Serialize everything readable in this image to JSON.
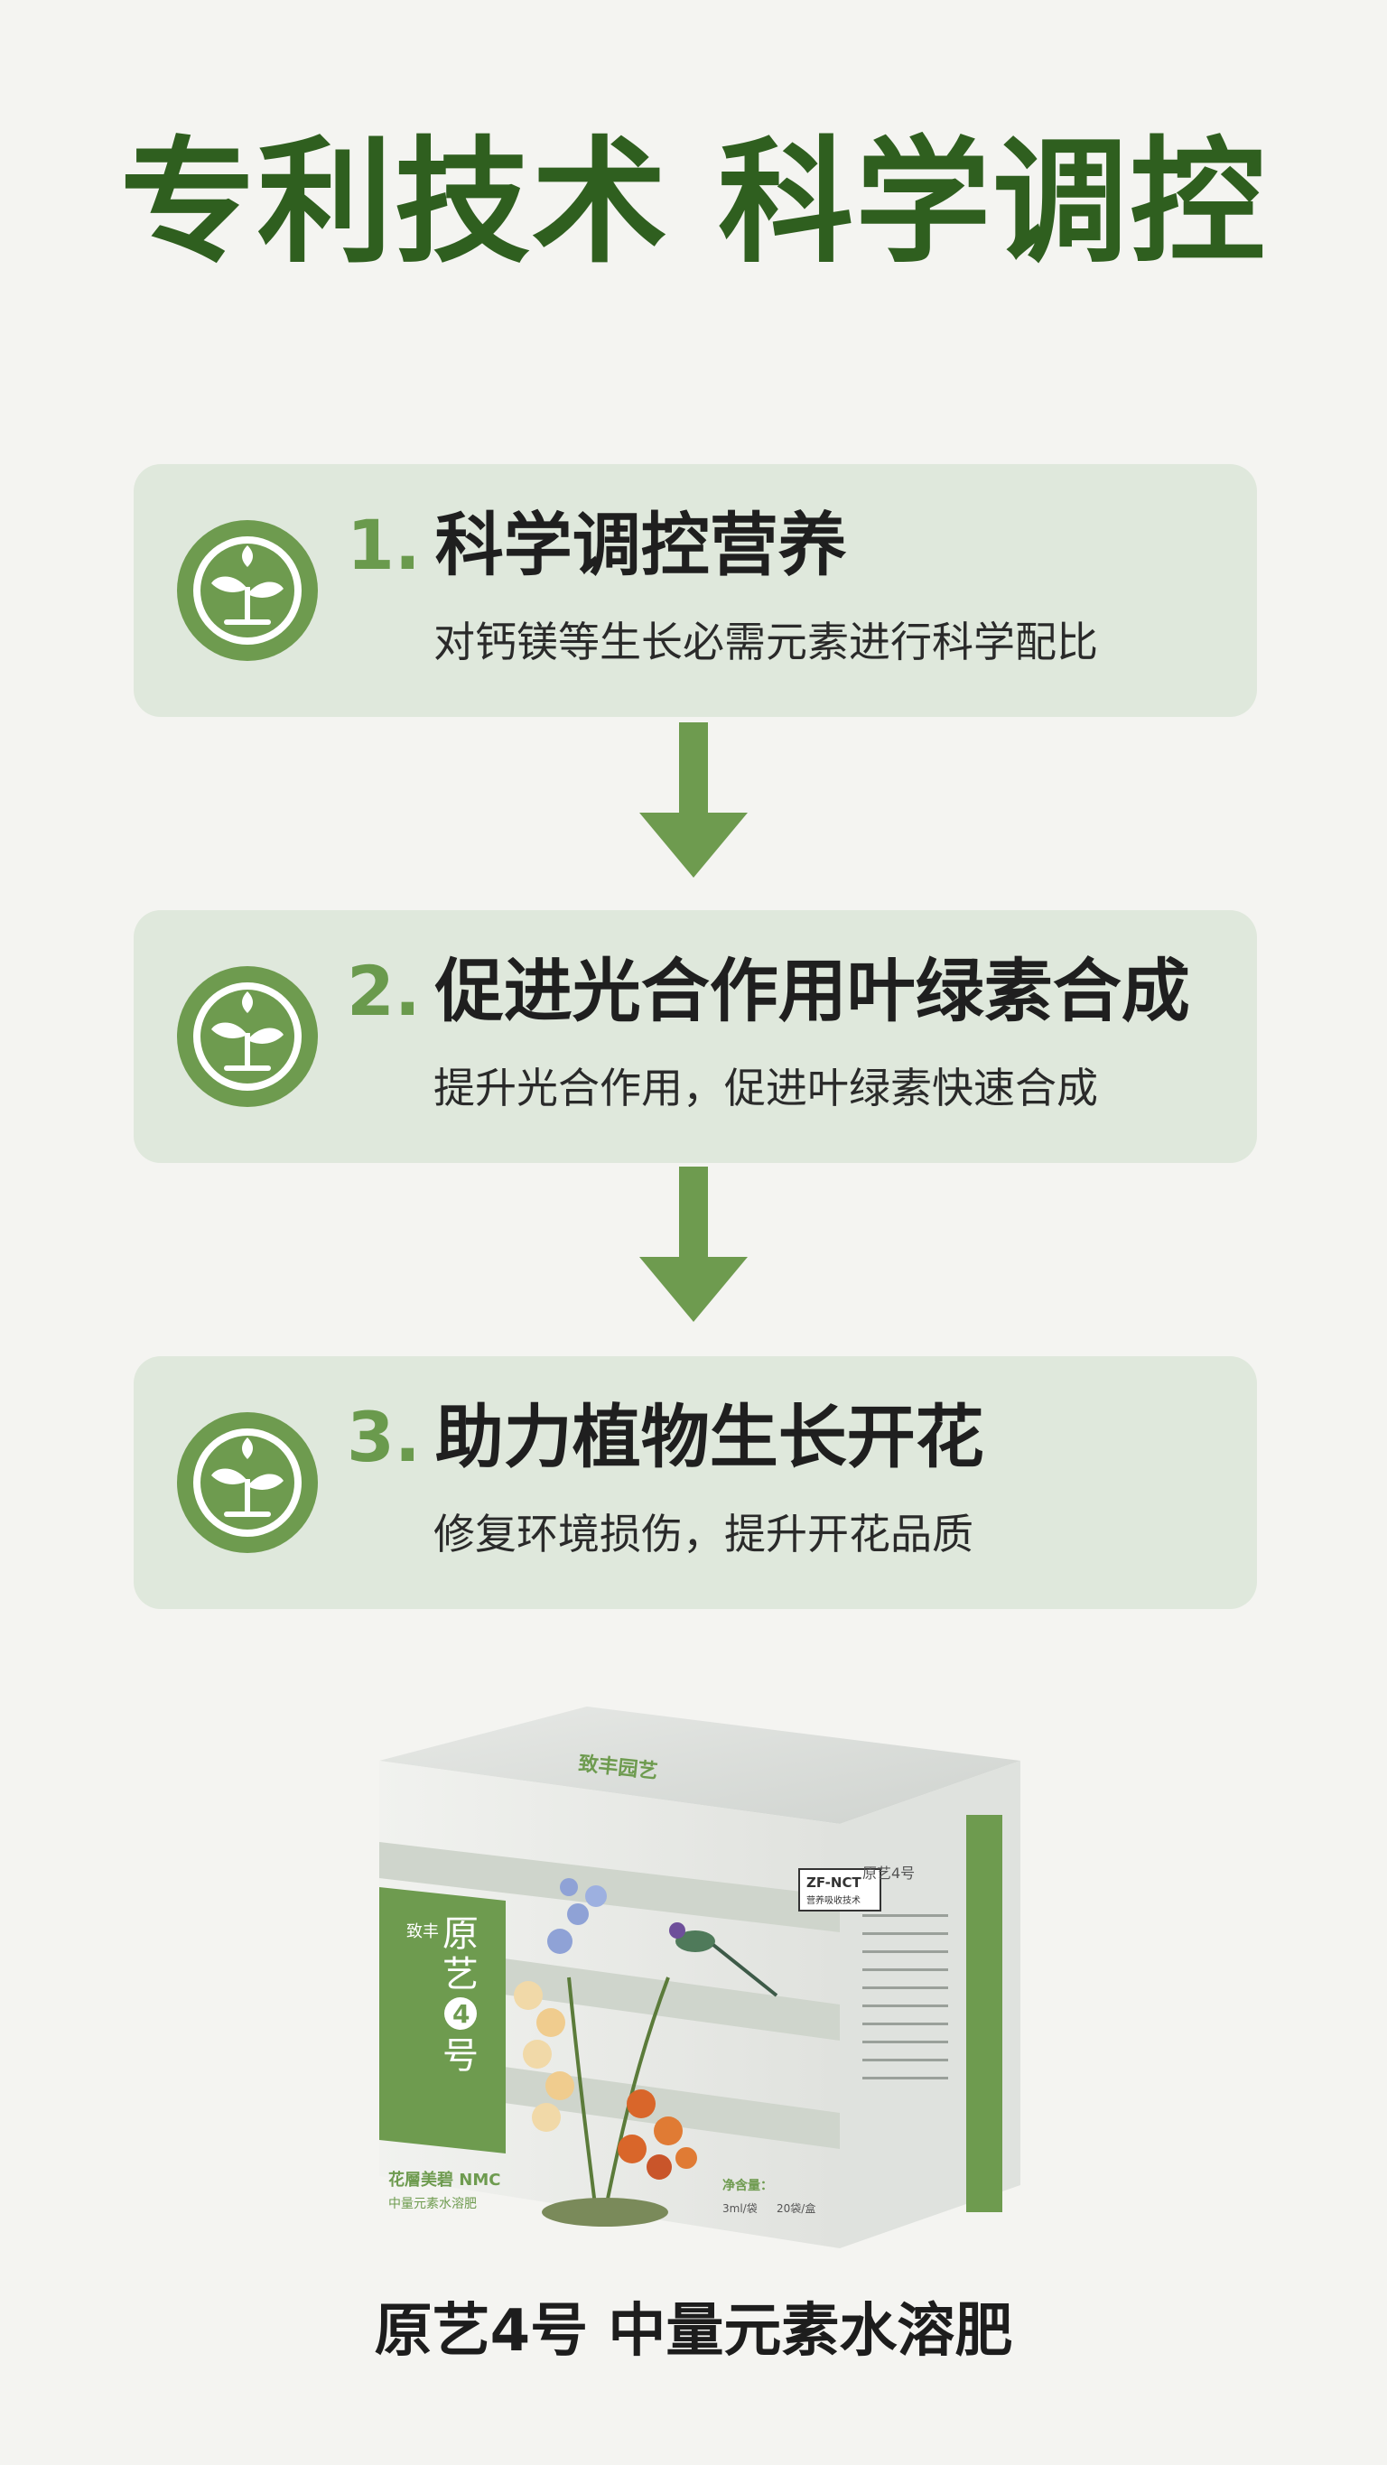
{
  "header": {
    "title": "专利技术 科学调控"
  },
  "steps": [
    {
      "number": "1.",
      "title": "科学调控营养",
      "description": "对钙镁等生长必需元素进行科学配比",
      "icon": "sprout-icon"
    },
    {
      "number": "2.",
      "title": "促进光合作用叶绿素合成",
      "description": "提升光合作用，促进叶绿素快速合成",
      "icon": "sprout-icon"
    },
    {
      "number": "3.",
      "title": "助力植物生长开花",
      "description": "修复环境损伤，提升开花品质",
      "icon": "sprout-icon"
    }
  ],
  "product": {
    "brand_logo_text": "致丰园艺",
    "brand_small": "致丰",
    "name_line1": "原",
    "name_line2": "艺",
    "name_number": "4",
    "name_line3": "号",
    "series": "花層美碧 NMC",
    "subtitle": "中量元素水溶肥",
    "badge": "ZF-NCT",
    "badge_sub": "营养吸收技术",
    "net_label": "净含量：",
    "net_volume": "3ml/袋",
    "net_count": "20袋/盒",
    "side_label": "原艺4号"
  },
  "caption": "原艺4号 中量元素水溶肥",
  "colors": {
    "primary_green": "#2f5f1f",
    "accent_green": "#6a9a4d",
    "card_bg": "#dfe8dc",
    "arrow_green": "#6e9b4f",
    "page_bg": "#f4f4f1"
  }
}
